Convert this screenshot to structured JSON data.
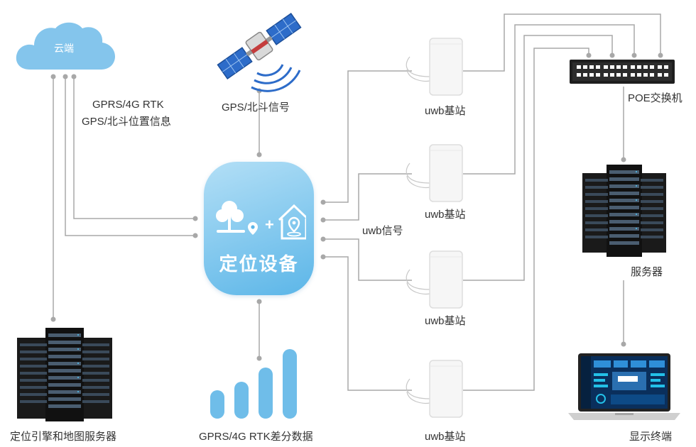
{
  "cloud": {
    "label": "云端"
  },
  "cloud_link": {
    "line1": "GPRS/4G  RTK",
    "line2": "GPS/北斗位置信息"
  },
  "satellite": {
    "label": "GPS/北斗信号"
  },
  "device": {
    "label": "定位设备"
  },
  "uwb_signal": {
    "label": "uwb信号"
  },
  "base_stations": [
    {
      "label": "uwb基站"
    },
    {
      "label": "uwb基站"
    },
    {
      "label": "uwb基站"
    },
    {
      "label": "uwb基站"
    }
  ],
  "switch": {
    "label": "POE交换机"
  },
  "server": {
    "label": "服务器"
  },
  "display": {
    "label": "显示终端"
  },
  "engine": {
    "label": "定位引擎和地图服务器"
  },
  "rtk": {
    "label": "GPRS/4G  RTK差分数据"
  },
  "colors": {
    "wire": "#a8a8a8",
    "accent": "#5cb6e8",
    "cloud": "#84c5ec"
  }
}
